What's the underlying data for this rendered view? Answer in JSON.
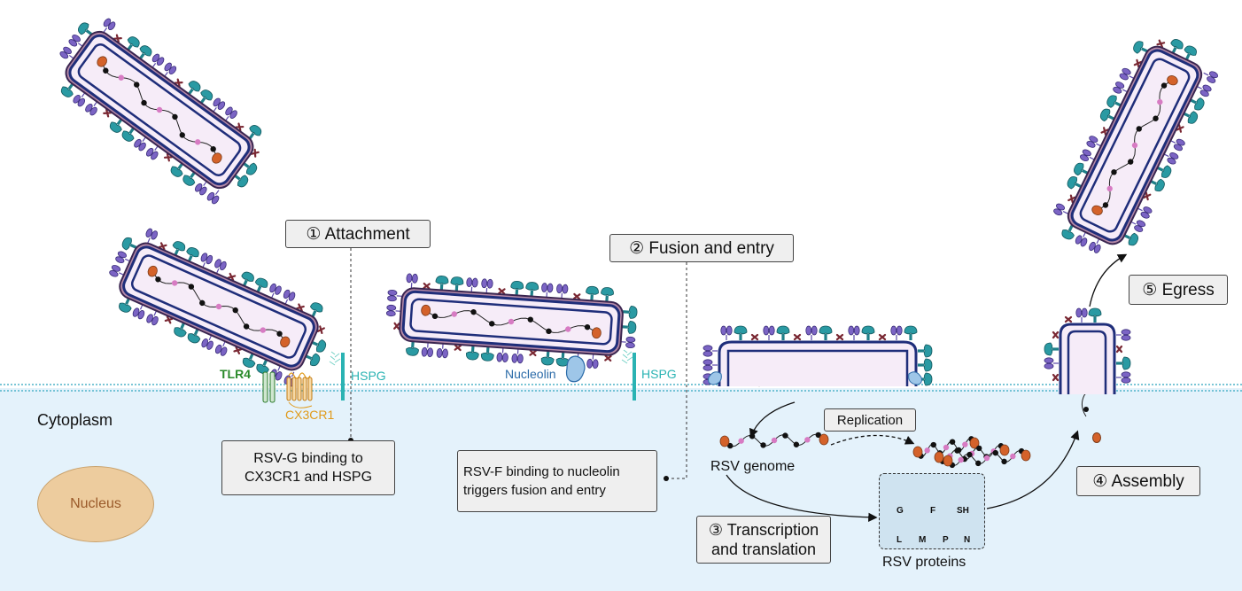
{
  "labels": {
    "cytoplasm": "Cytoplasm",
    "nucleus": "Nucleus",
    "tlr4": "TLR4",
    "cx3cr1": "CX3CR1",
    "hspg_1": "HSPG",
    "hspg_2": "HSPG",
    "nucleolin": "Nucleolin",
    "rsv_genome": "RSV genome",
    "replication": "Replication",
    "rsv_proteins": "RSV proteins"
  },
  "steps": {
    "attachment": "① Attachment",
    "fusion": "② Fusion and entry",
    "transcription_line1": "③ Transcription",
    "transcription_line2": "and translation",
    "assembly": "④ Assembly",
    "egress": "⑤ Egress"
  },
  "notes": {
    "attachment_line1": "RSV-G binding to",
    "attachment_line2": "CX3CR1 and HSPG",
    "fusion_line1": "RSV-F binding to nucleolin",
    "fusion_line2": "triggers fusion and entry"
  },
  "legend": {
    "g": "G",
    "f": "F",
    "sh": "SH",
    "l": "L",
    "m": "M",
    "p": "P",
    "n": "N"
  },
  "colors": {
    "cytoplasm": "#e4f2fb",
    "membrane": "#4fb3c9",
    "virion_interior": "#f6ecf8",
    "virion_outline": "#1f2e7a",
    "g_protein": "#7b64c4",
    "f_protein": "#2a9aa3",
    "sh_protein": "#7a2833",
    "l_protein": "#d4622a",
    "m_protein": "#2b6ba8",
    "p_protein": "#d77bc3",
    "n_protein": "#111111",
    "tlr4_text": "#2a8a2a",
    "cx3cr1_text": "#e09a1a",
    "hspg_text": "#2ab3b3",
    "nucleolin_text": "#2b6ba8",
    "nucleus_fill": "#edcc9e",
    "nucleus_text": "#9a5a2a"
  }
}
